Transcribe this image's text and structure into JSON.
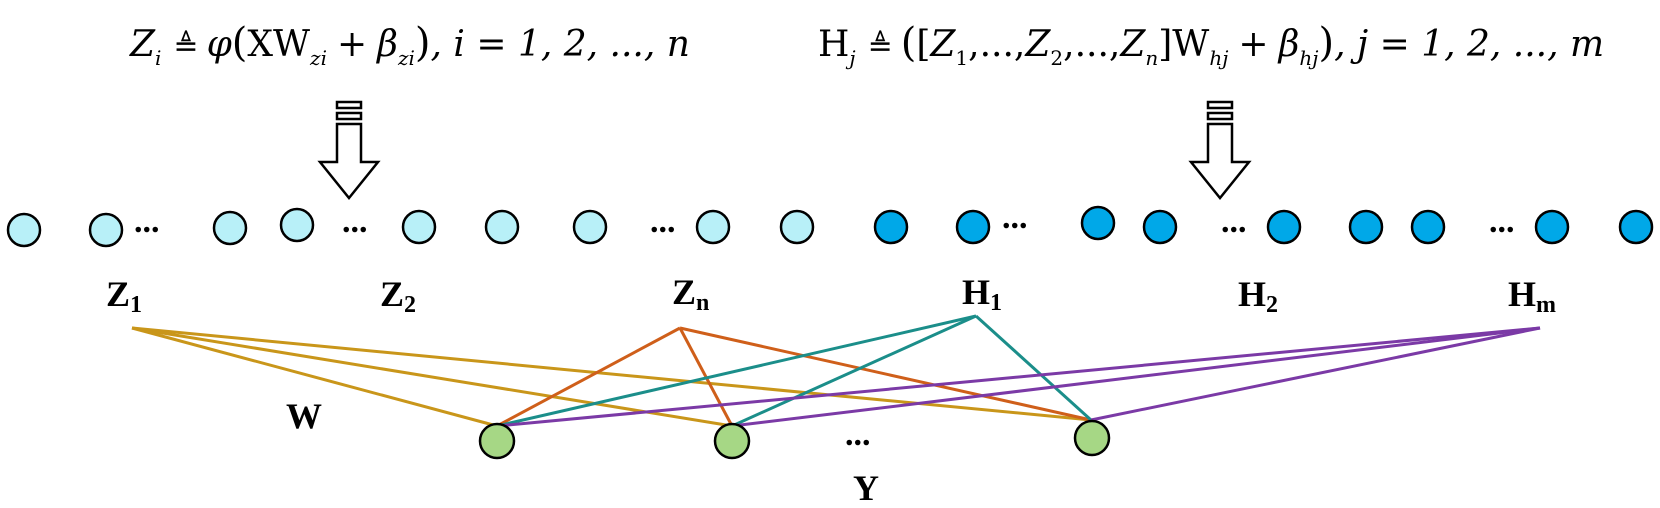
{
  "formulas": {
    "z": {
      "lhs": "Z",
      "lhs_sub": "i",
      "defeq": "≜",
      "phi": "φ",
      "open": "(",
      "X": "X",
      "W": "W",
      "w_sub": "zi",
      "plus": "+",
      "beta": "β",
      "beta_sub": "zi",
      "close": ")",
      "tail": ", i = 1, 2, ..., n"
    },
    "h": {
      "lhs": "H",
      "lhs_sub": "j",
      "defeq": "≜",
      "open": "(",
      "bracket_open": "[",
      "Z1": "Z",
      "Z1_sub": "1",
      "Z2": "Z",
      "Z2_sub": "2",
      "ellipsis": ",...,",
      "Zn": "Z",
      "Zn_sub": "n",
      "bracket_close": "]",
      "W": "W",
      "w_sub": "hj",
      "plus": "+",
      "beta": "β",
      "beta_sub": "hj",
      "close": ")",
      "tail": ", j = 1, 2, ..., m"
    }
  },
  "labels": {
    "z1": "Z",
    "z1_sub": "1",
    "z2": "Z",
    "z2_sub": "2",
    "zn": "Z",
    "zn_sub": "n",
    "h1": "H",
    "h1_sub": "1",
    "h2": "H",
    "h2_sub": "2",
    "hm": "H",
    "hm_sub": "m",
    "w": "W",
    "y": "Y",
    "ellipsis": "..."
  },
  "colors": {
    "feature_node": "#b8f0f8",
    "enhancement_node": "#00a8e8",
    "output_node": "#a6d785",
    "edge_z1": "#c9961a",
    "edge_zn": "#cf5f1a",
    "edge_h1": "#1b8e8a",
    "edge_hm": "#7b3aa6",
    "stroke": "#000000"
  }
}
